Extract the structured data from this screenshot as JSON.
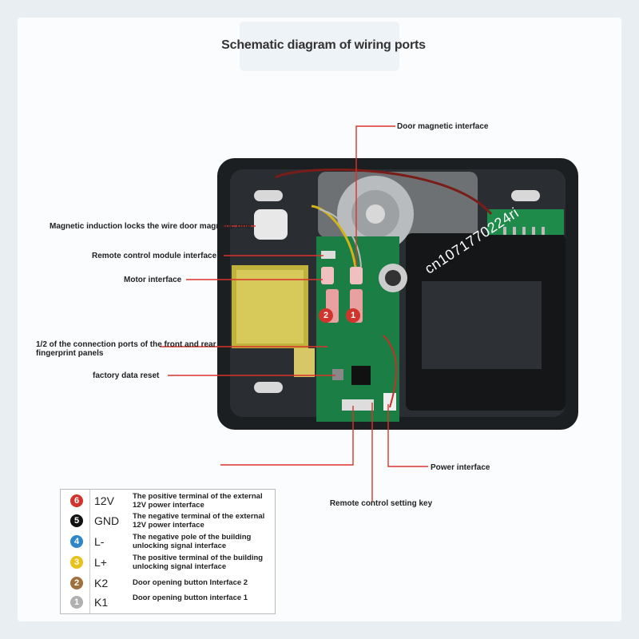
{
  "title": "Schematic diagram of wiring ports",
  "callouts": {
    "door_magnetic": "Door magnetic interface",
    "magnetic_induction": "Magnetic induction locks the wire door magnetic one",
    "remote_module": "Remote control module interface",
    "motor": "Motor interface",
    "panels": "1/2 of the connection ports of the front and rear fingerprint panels",
    "factory_reset": "factory data reset",
    "power": "Power interface",
    "remote_key": "Remote control setting key"
  },
  "board_badges": [
    "2",
    "1"
  ],
  "watermark": "cn1071770224ri",
  "legend": [
    {
      "badge": "6",
      "pin": "12V",
      "desc": "The positive terminal of the external 12V power interface",
      "color": "#d0342c"
    },
    {
      "badge": "5",
      "pin": "GND",
      "desc": "The negative terminal of the external 12V power interface",
      "color": "#111111"
    },
    {
      "badge": "4",
      "pin": "L-",
      "desc": "The negative pole of the building unlocking signal interface",
      "color": "#2f86c8"
    },
    {
      "badge": "3",
      "pin": "L+",
      "desc": "The positive terminal of the building unlocking signal interface",
      "color": "#e8c21a"
    },
    {
      "badge": "2",
      "pin": "K2",
      "desc": "Door opening button Interface 2",
      "color": "#a0703c"
    },
    {
      "badge": "1",
      "pin": "K1",
      "desc": "Door opening button interface 1",
      "color": "#b0b0b0"
    }
  ]
}
